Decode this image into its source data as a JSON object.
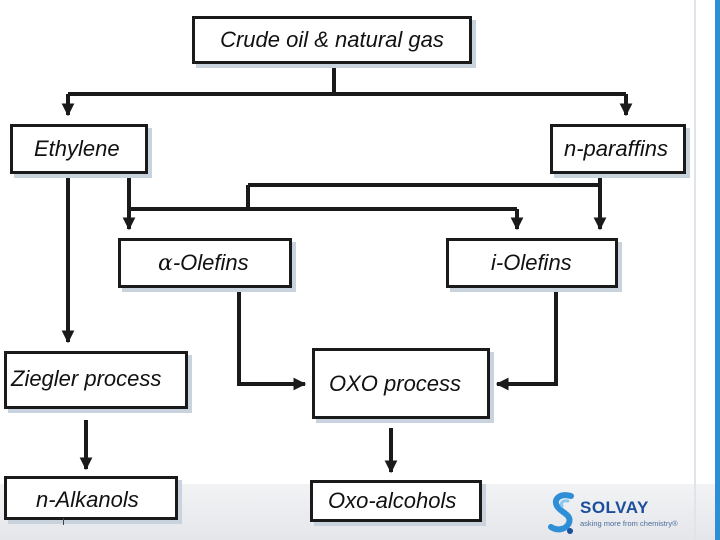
{
  "nodes": {
    "crude_oil": "Crude oil & natural gas",
    "ethylene": "Ethylene",
    "n_paraffins": "n-paraffins",
    "alpha_olefins_symbol": "α",
    "alpha_olefins_suffix": "-Olefins",
    "i_olefins": "i-Olefins",
    "ziegler": "Ziegler process",
    "oxo_process": "OXO process",
    "n_alkanols": "n-Alkanols",
    "oxo_alcohols": "Oxo-alcohols"
  },
  "logo": {
    "name": "SOLVAY",
    "tagline": "asking more from chemistry®"
  },
  "colors": {
    "line": "#1a1a1a",
    "shadow": "#c9d3dd",
    "accent": "#2f8fd6",
    "brand": "#1b4f9c"
  }
}
